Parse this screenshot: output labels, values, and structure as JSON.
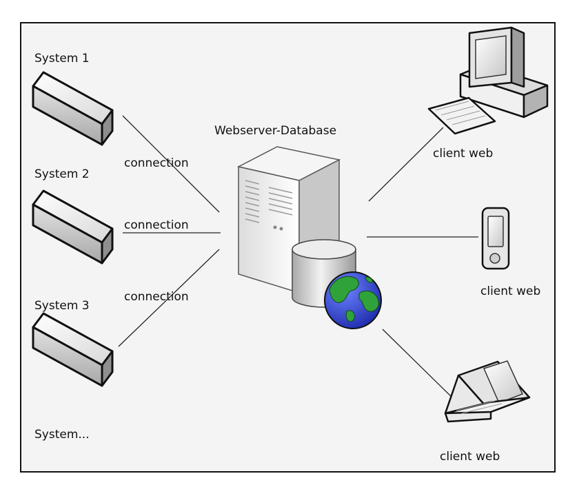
{
  "systems": [
    {
      "label": "System 1"
    },
    {
      "label": "System 2"
    },
    {
      "label": "System 3"
    },
    {
      "label": "System..."
    }
  ],
  "connections": [
    {
      "label": "connection"
    },
    {
      "label": "connection"
    },
    {
      "label": "connection"
    }
  ],
  "server": {
    "label": "Webserver-Database"
  },
  "clients": [
    {
      "label": "client web",
      "device": "desktop-computer-icon"
    },
    {
      "label": "client web",
      "device": "pda-handheld-icon"
    },
    {
      "label": "client web",
      "device": "laptop-icon"
    }
  ],
  "colors": {
    "background": "#f4f4f4",
    "border": "#111111",
    "line": "#222222",
    "globe_ocean": "#2b3fcf",
    "globe_land": "#2fa33a"
  }
}
